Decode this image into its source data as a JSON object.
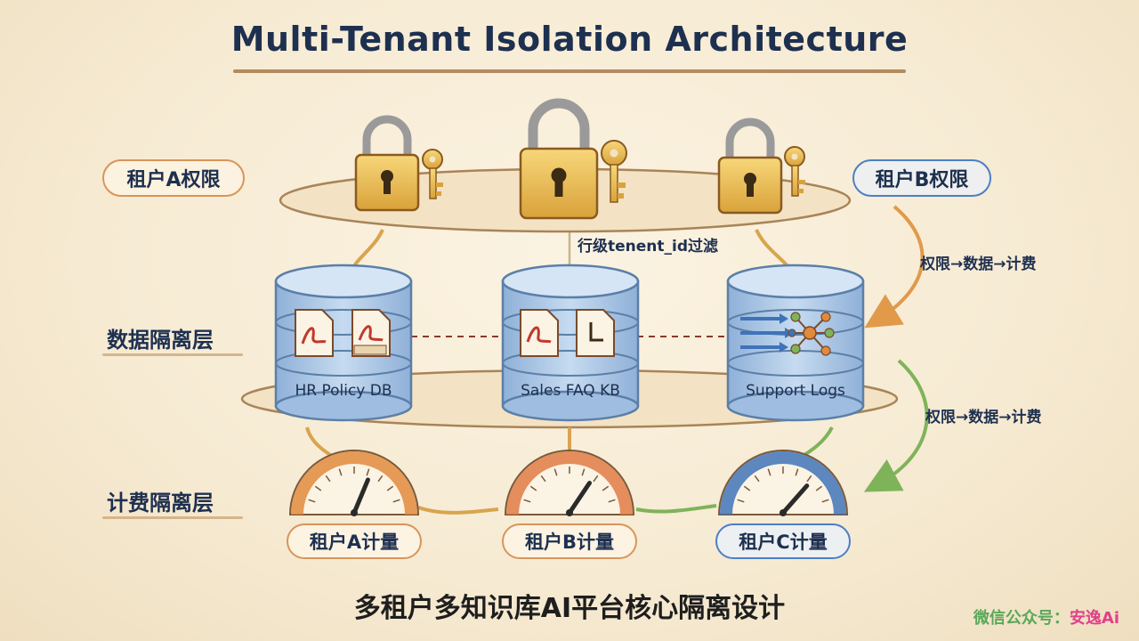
{
  "title": "Multi-Tenant Isolation Architecture",
  "permission_labels": {
    "tenant_a": "租户A权限",
    "tenant_b": "租户B权限"
  },
  "filter_label": "行级tenent_id过滤",
  "flow_labels": {
    "upper": "权限→数据→计费",
    "lower": "权限→数据→计费"
  },
  "layers": {
    "data": "数据隔离层",
    "billing": "计费隔离层"
  },
  "databases": [
    {
      "label": "HR Policy DB",
      "icons": [
        "pdf-file-icon",
        "pdf-file-icon"
      ]
    },
    {
      "label": "Sales FAQ KB",
      "icons": [
        "pdf-file-icon",
        "document-icon"
      ]
    },
    {
      "label": "Support Logs",
      "icons": [
        "arrows-icon",
        "network-graph-icon"
      ]
    }
  ],
  "gauges": [
    {
      "label": "租户A计量",
      "color": "#e08a3c",
      "level": 0.62
    },
    {
      "label": "租户B计量",
      "color": "#e07a44",
      "level": 0.68
    },
    {
      "label": "租户C计量",
      "color": "#3f73b8",
      "level": 0.72
    }
  ],
  "footer": "多租户多知识库AI平台核心隔离设计",
  "watermark": {
    "prefix": "微信公众号：",
    "name": "安逸Ai"
  },
  "colors": {
    "lock_gold": "#e8b64a",
    "db_blue": "#a9c6e6",
    "orange_accent": "#d8955a",
    "blue_accent": "#4c7fc4",
    "green_accent": "#7fb35a"
  }
}
